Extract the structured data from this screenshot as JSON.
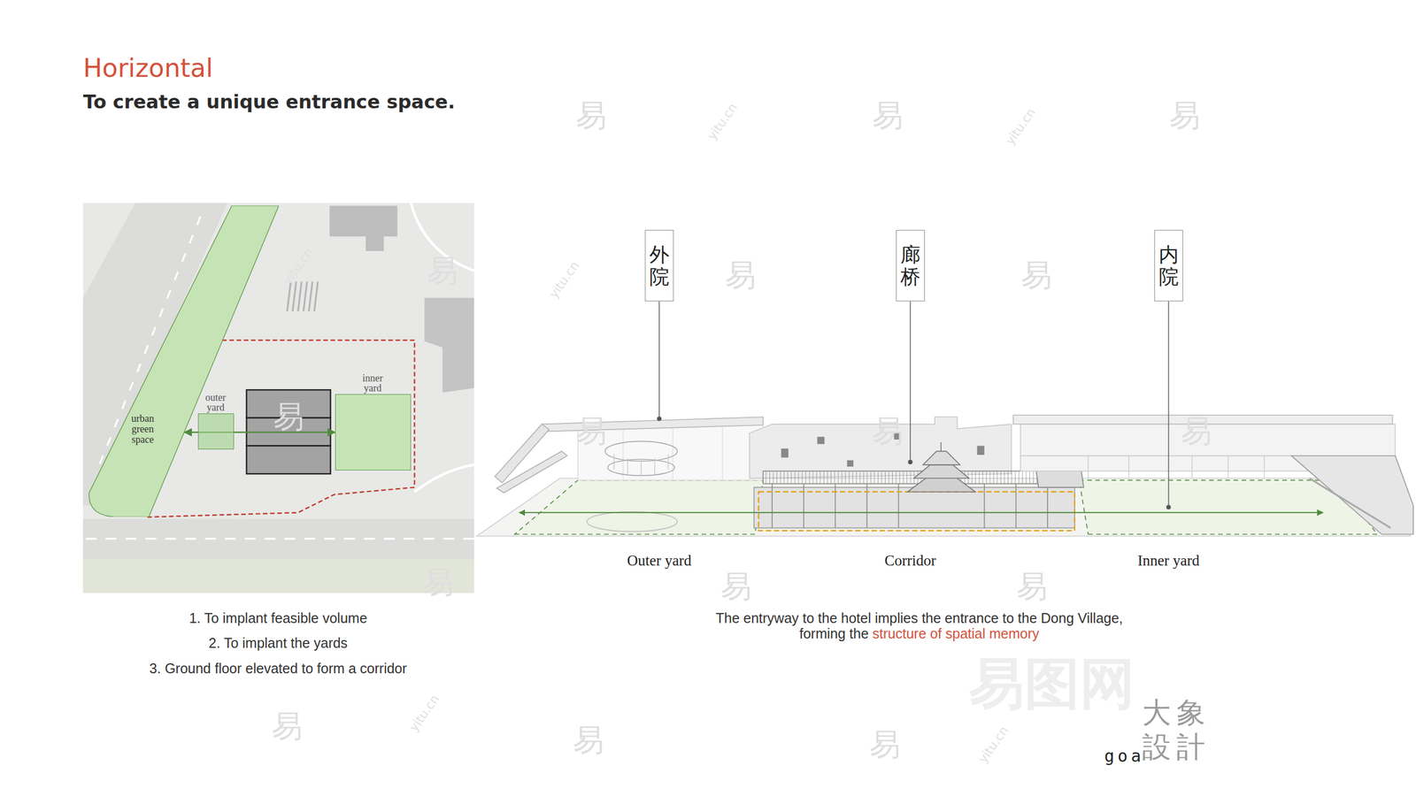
{
  "diagram": {
    "title": "Horizontal",
    "nodes": [
      {
        "text": [
          "urban green space"
        ]
      },
      {
        "text": [
          "outer yard"
        ]
      },
      {
        "text": [
          "inner yard"
        ]
      },
      {
        "text": [
          "外院"
        ]
      },
      {
        "text": [
          "廊桥"
        ]
      },
      {
        "text": [
          "内院"
        ]
      }
    ],
    "edges": [
      {
        "from": 0,
        "to": 2,
        "arrow": "both"
      }
    ],
    "labels": [
      "To create a unique entrance space.",
      "1. To implant feasible volume",
      "2. To implant the yards",
      "3. Ground floor elevated to form a corridor",
      "Outer yard",
      "Corridor",
      "Inner yard",
      "The entryway to the hotel implies the entrance to the Dong Village, forming the",
      "structure of spatial memory",
      "易",
      "易",
      "易",
      "易",
      "易",
      "易",
      "易",
      "易",
      "易",
      "易",
      "易",
      "易",
      "易",
      "易",
      "易",
      "易",
      "yitu.cn",
      "yitu.cn",
      "yitu.cn",
      "yitu.cn",
      "yitu.cn",
      "yitu.cn",
      "易图网",
      "大象",
      "設計",
      "goa"
    ]
  }
}
